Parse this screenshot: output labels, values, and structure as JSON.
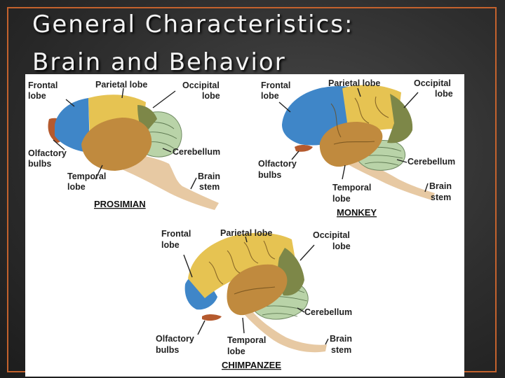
{
  "slide": {
    "title_line1": "General Characteristics:",
    "title_line2": "Brain and Behavior"
  },
  "colors": {
    "frontal": "#3f86c8",
    "parietal": "#e6c352",
    "temporal": "#c08a3e",
    "occipital": "#7d8748",
    "cerebellum": "#b9d3a8",
    "stem": "#e7c9a3",
    "olfactory": "#b55a2e",
    "frame_border": "#c4622d"
  },
  "prosimian": {
    "caption": "PROSIMIAN",
    "frontal": [
      "Frontal",
      "lobe"
    ],
    "parietal": "Parietal lobe",
    "occipital": [
      "Occipital",
      "lobe"
    ],
    "olfactory": [
      "Olfactory",
      "bulbs"
    ],
    "cerebellum": "Cerebellum",
    "temporal": [
      "Temporal",
      "lobe"
    ],
    "stem": [
      "Brain",
      "stem"
    ]
  },
  "monkey": {
    "caption": "MONKEY",
    "frontal": [
      "Frontal",
      "lobe"
    ],
    "parietal": "Parietal lobe",
    "occipital": [
      "Occipital",
      "lobe"
    ],
    "olfactory": [
      "Olfactory",
      "bulbs"
    ],
    "cerebellum": "Cerebellum",
    "temporal": [
      "Temporal",
      "lobe"
    ],
    "stem": [
      "Brain",
      "stem"
    ]
  },
  "chimpanzee": {
    "caption": "CHIMPANZEE",
    "frontal": [
      "Frontal",
      "lobe"
    ],
    "parietal": "Parietal lobe",
    "occipital": [
      "Occipital",
      "lobe"
    ],
    "olfactory": [
      "Olfactory",
      "bulbs"
    ],
    "cerebellum": "Cerebellum",
    "temporal": [
      "Temporal",
      "lobe"
    ],
    "stem": [
      "Brain",
      "stem"
    ]
  }
}
